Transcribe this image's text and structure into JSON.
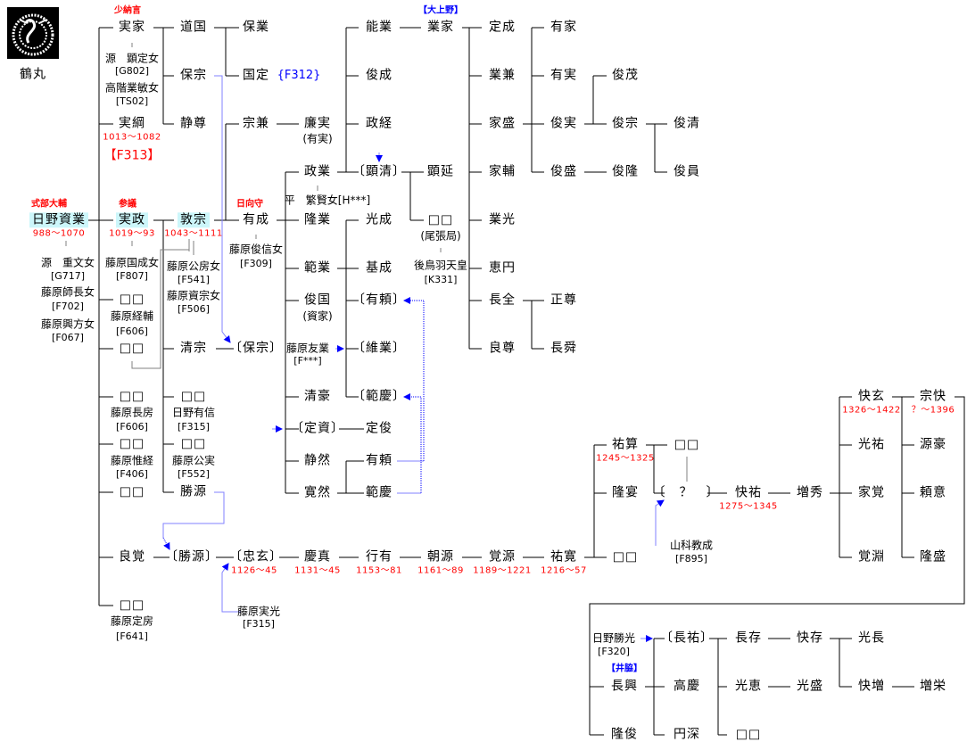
{
  "crest": {
    "label": "鶴丸"
  },
  "nodes": [
    "少納言",
    "実家",
    "源　顕定女",
    "[G802]",
    "高階業敏女",
    "[TS02]",
    "実綱",
    "1013〜1082",
    "【F313】",
    "式部大輔",
    "日野資業",
    "988〜1070",
    "源　重文女",
    "[G717]",
    "藤原師長女",
    "[F702]",
    "藤原興方女",
    "[F067]",
    "参議",
    "実政",
    "1019〜93",
    "藤原国成女",
    "[F807]",
    "□□",
    "藤原経輔",
    "[F606]",
    "□□",
    "□□",
    "藤原長房",
    "[F606]",
    "□□",
    "藤原惟経",
    "[F406]",
    "□□",
    "良覚",
    "□□",
    "藤原定房",
    "[F641]",
    "道国",
    "保宗",
    "静尊",
    "敦宗",
    "1043〜1111",
    "藤原公房女",
    "[F541]",
    "藤原資宗女",
    "[F506]",
    "清宗",
    "□□",
    "日野有信",
    "[F315]",
    "□□",
    "藤原公実",
    "[F552]",
    "勝源",
    "〔勝源〕",
    "日向守",
    "保業",
    "国定",
    "{F312}",
    "宗兼",
    "有成",
    "藤原俊信女",
    "[F309]",
    "〔保宗〕",
    "〔忠玄〕",
    "1126〜45",
    "藤原実光",
    "[F315]",
    "廉実",
    "(有実)",
    "政業",
    "平　繁賢女[H***]",
    "隆業",
    "範業",
    "俊国",
    "(資家)",
    "藤原友業",
    "[F***]",
    "清豪",
    "〔定資〕",
    "静然",
    "寛然",
    "慶真",
    "1131〜45",
    "能業",
    "俊成",
    "政経",
    "〔顕清〕",
    "光成",
    "基成",
    "〔有頼〕",
    "〔維業〕",
    "〔範慶〕",
    "定俊",
    "有頼",
    "範慶",
    "行有",
    "1153〜81",
    "【大上野】",
    "業家",
    "顕延",
    "□□",
    "(尾張局)",
    "後鳥羽天皇",
    "[K331]",
    "朝源",
    "1161〜89",
    "定成",
    "業兼",
    "家盛",
    "家輔",
    "業光",
    "恵円",
    "長全",
    "良尊",
    "覚源",
    "1189〜1221",
    "有家",
    "有実",
    "俊実",
    "俊盛",
    "正尊",
    "長舜",
    "祐寛",
    "1216〜57",
    "俊茂",
    "俊宗",
    "俊隆",
    "祐算",
    "1245〜1325",
    "隆宴",
    "□□",
    "俊清",
    "俊員",
    "□□",
    "〔　？　〕",
    "山科教成",
    "[F895]",
    "快祐",
    "1275〜1345",
    "増秀",
    "快玄",
    "1326〜1422",
    "光祐",
    "家覚",
    "覚淵",
    "宗快",
    "？〜1396",
    "源豪",
    "頼意",
    "隆盛",
    "日野勝光",
    "[F320]",
    "【井脇】",
    "長興",
    "隆俊",
    "〔長祐〕",
    "高慶",
    "円深",
    "長存",
    "光恵",
    "□□",
    "快存",
    "光盛",
    "光長",
    "快増",
    "増栄"
  ],
  "colors": {
    "line": "#000000",
    "link": "#8080ff",
    "arrow": "#0000ff",
    "dates": "#ff0000",
    "highlight": "#ccf6fa"
  }
}
